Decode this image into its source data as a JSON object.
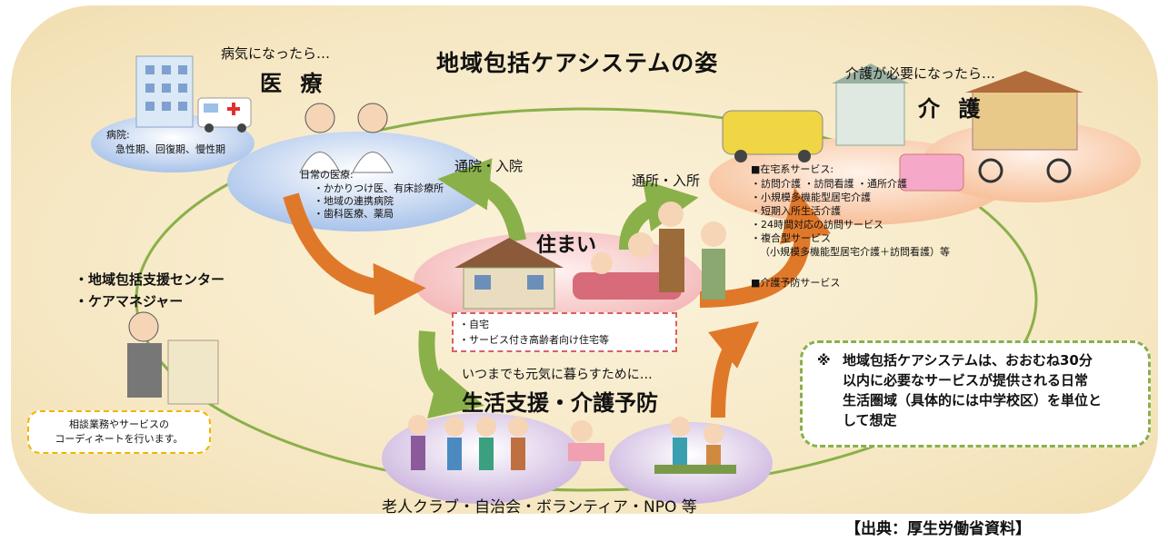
{
  "title": "地域包括ケアシステムの姿",
  "medical": {
    "heading_small": "病気になったら…",
    "heading_big": "医 療",
    "hospital_label": "病院:",
    "hospital_types": "急性期、回復期、慢性期",
    "daily_title": "日常の医療:",
    "daily_items": [
      "・かかりつけ医、有床診療所",
      "・地域の連携病院",
      "・歯科医療、薬局"
    ]
  },
  "care": {
    "heading_small": "介護が必要になったら…",
    "heading_big": "介 護",
    "home_services_title": "■在宅系サービス:",
    "home_services": [
      "・訪問介護 ・訪問看護 ・通所介護",
      "・小規模多機能型居宅介護",
      "・短期入所生活介護",
      "・24時間対応の訪問サービス",
      "・複合型サービス",
      "（小規模多機能型居宅介護＋訪問看護）等"
    ],
    "prevention": "■介護予防サービス"
  },
  "arrows": {
    "hospital_visit": "通院・入院",
    "daycare_visit": "通所・入所"
  },
  "home": {
    "title": "住まい",
    "items": [
      "・自宅",
      "・サービス付き高齢者向け住宅等"
    ]
  },
  "support_center": {
    "lines": [
      "・地域包括支援センター",
      "・ケアマネジャー"
    ],
    "note": [
      "相談業務やサービスの",
      "コーディネートを行います。"
    ]
  },
  "living_support": {
    "subtitle": "いつまでも元気に暮らすために…",
    "title": "生活支援・介護予防",
    "groups": "老人クラブ・自治会・ボランティア・NPO 等"
  },
  "note_box": {
    "mark": "※",
    "lines": [
      "地域包括ケアシステムは、おおむね30分",
      "以内に必要なサービスが提供される日常",
      "生活圏域（具体的には中学校区）を単位と",
      "して想定"
    ]
  },
  "source": "【出典：厚生労働省資料】",
  "colors": {
    "ring": "#8ab04a",
    "orange_arrow": "#e0782a",
    "green_arrow": "#8ab04a",
    "medical_ellipse": "#a9c3ea",
    "care_ellipse": "#f7c5a0",
    "home_ellipse": "#f5c6c6",
    "support_ellipse": "#d9c6e6"
  }
}
